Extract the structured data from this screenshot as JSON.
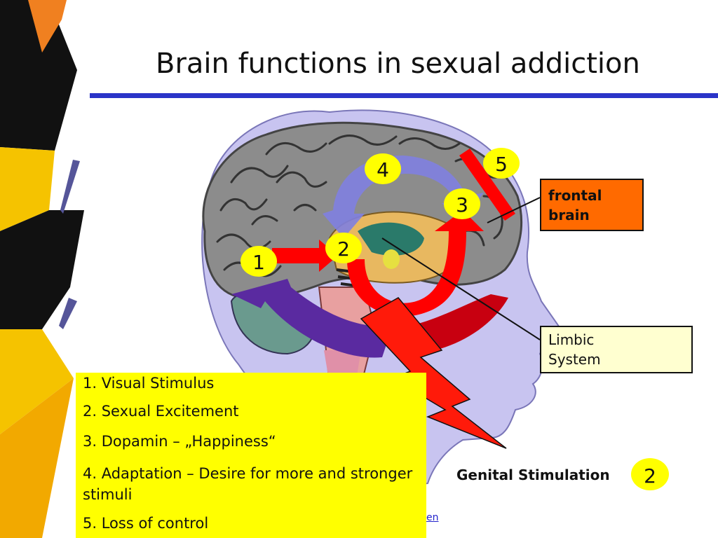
{
  "slide": {
    "title": "Brain functions in sexual addiction"
  },
  "labels": {
    "frontal_brain_line1": "frontal",
    "frontal_brain_line2": "brain",
    "limbic_line1": "Limbic",
    "limbic_line2": "System",
    "genital_stimulation": "Genital Stimulation"
  },
  "badges": {
    "b1": "1",
    "b2": "2",
    "b3": "3",
    "b4": "4",
    "b5": "5",
    "b_genital": "2"
  },
  "legend": [
    "1. Visual Stimulus",
    "2. Sexual Excitement",
    "3. Dopamin – „Happiness“",
    "4. Adaptation – Desire for more and stronger stimuli",
    "5. Loss of control"
  ],
  "source_link": "en",
  "colors": {
    "title_rule": "#2a34c8",
    "legend_bg": "#ffff00",
    "badge_bg": "#ffff00",
    "frontal_bg": "#ff6a00",
    "limbic_bg": "#ffffd0",
    "arrow_red": "#ff0000",
    "bolt_red": "#ff1a0a",
    "head": "#c8c4f0",
    "cortex": "#8c8c8c",
    "arrow_blue": "#8080e0",
    "arrow_violet": "#5a2aa0"
  }
}
